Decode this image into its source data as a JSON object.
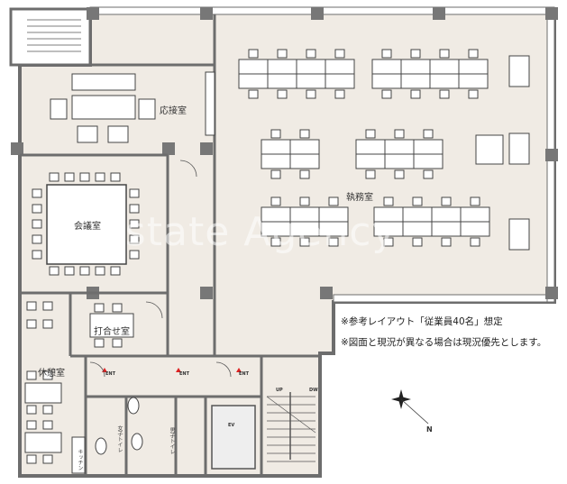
{
  "rooms": {
    "reception": "応接室",
    "meeting": "会議室",
    "discussion": "打合せ室",
    "lounge": "休憩室",
    "office": "執務室",
    "womens_toilet": "女子トイレ",
    "mens_toilet": "男子トイレ",
    "kitchen": "キッチン",
    "elevator": "EV"
  },
  "stairs": {
    "up": "UP",
    "down": "DW"
  },
  "exits": [
    "ENT",
    "ENT",
    "ENT"
  ],
  "notes": [
    "※参考レイアウト「従業員40名」想定",
    "※図面と現況が異なる場合は現況優先とします。"
  ],
  "compass": {
    "north": "N"
  },
  "watermark": "Estate Agency",
  "colors": {
    "floor": "#f0ebe4",
    "wall": "#6d6d6d",
    "exit_mark": "#d22"
  }
}
